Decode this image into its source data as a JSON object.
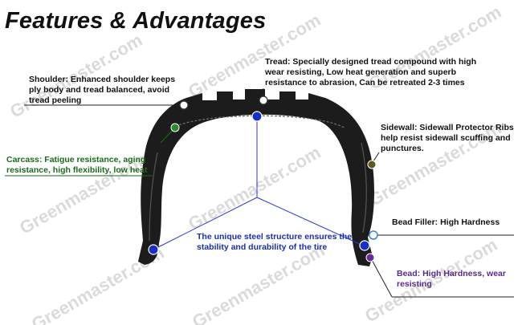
{
  "title": "Features & Advantages",
  "watermark": "Greenmaster.com",
  "colors": {
    "tire": "#1c1c1c",
    "black_text": "#111111",
    "carcass": "#1a6a1a",
    "steel": "#1a2fa8",
    "bead": "#5a2a8a",
    "sidewall_dot": "#5c5a20",
    "bead_filler_dot": "#3a86c8",
    "leader_line": "#2a3ad0"
  },
  "labels": {
    "tread": "Tread:  Specially designed tread compound with high wear resisting, Low heat generation and superb resistance to abrasion, Can be retreated 2-3 times",
    "shoulder": "Shoulder:  Enhanced shoulder keeps ply body and tread balanced,  avoid tread peeling",
    "sidewall": "Sidewall:  Sidewall Protector Ribs help resist sidewall scuffing and punctures.",
    "carcass": "Carcass: Fatigue resistance, aging resistance, high flexibility, low heat",
    "bead_filler": "Bead Filler: High Hardness",
    "steel": "The unique steel structure ensures the stability and durability of the tire",
    "bead": "Bead: High Hardness, wear resisting"
  }
}
